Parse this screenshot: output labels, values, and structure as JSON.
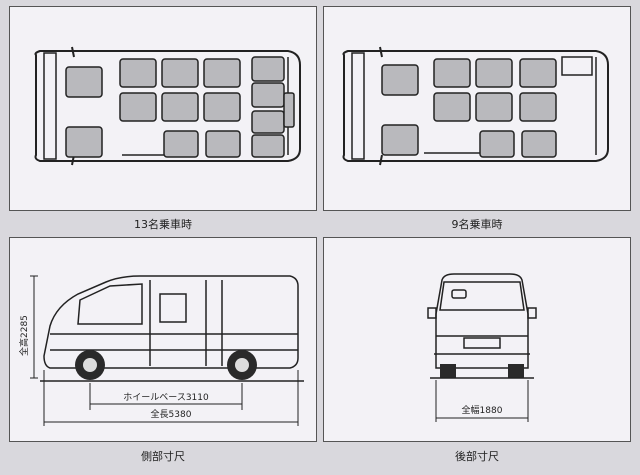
{
  "captions": {
    "layout_13": "13名乗車時",
    "layout_9": "9名乗車時",
    "side": "側部寸尺",
    "rear": "後部寸尺"
  },
  "dimensions": {
    "height": "全高2285",
    "wheelbase": "ホイールベース3110",
    "length": "全長5380",
    "width": "全幅1880"
  },
  "colors": {
    "background": "#d9d8dd",
    "panel": "#f3f2f6",
    "seat": "#b9b9bd",
    "line": "#222222"
  }
}
